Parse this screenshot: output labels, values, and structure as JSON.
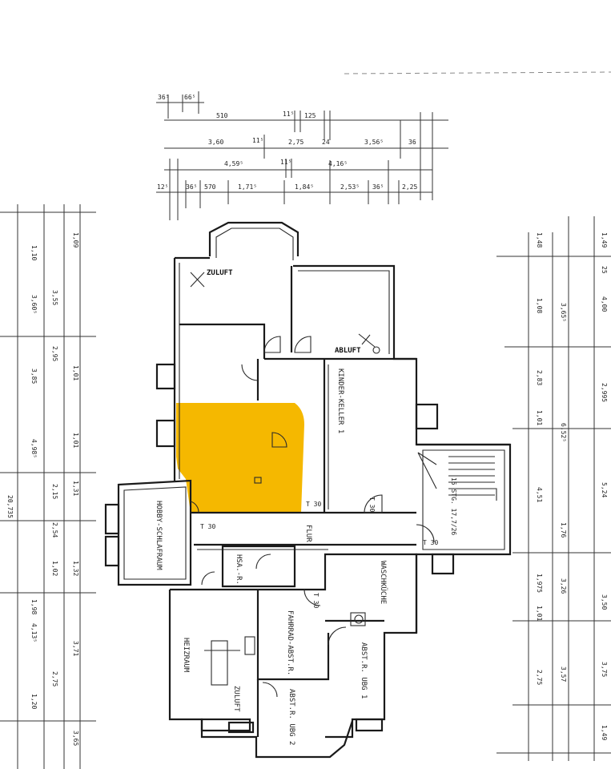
{
  "highlight_color": "#f5b800",
  "rooms": {
    "zuluft": "ZULUFT",
    "abluft": "ABLUFT",
    "kinder_keller": "KINDER-KELLER 1",
    "flur": "FLUR",
    "hobby": "HOBBY-SCHLAFRAUM",
    "hsa": "HSA.-R.",
    "waschkueche": "WASCHKÜCHE",
    "fahrrad": "FAHRRAD-ABST.R.",
    "abst1": "ABST.R. UBG 1",
    "abst2": "ABST.R. UBG 2",
    "heizraum": "HEIZRAUM",
    "zuluft2": "ZULUFT",
    "stair": "15 STG. 17,7/26"
  },
  "doors": [
    "T 30",
    "T 30",
    "T 30",
    "T 30",
    "T 30"
  ],
  "dims_top": {
    "row1": [
      "36⁵",
      "66⁵"
    ],
    "row2": [
      "510",
      "11⁵",
      "125"
    ],
    "row3": [
      "3,60",
      "11⁵",
      "2,75",
      "24",
      "3,56⁵",
      "36"
    ],
    "row4": [
      "4,59⁵",
      "11⁵",
      "4,16⁵"
    ],
    "row5": [
      "12⁵",
      "36⁵",
      "570",
      "1,71⁵",
      "1,84⁵",
      "2,53⁵",
      "36⁵",
      "2,25"
    ]
  },
  "dims_right": [
    "1,49",
    "25",
    "4,00",
    "2,995",
    "5,24",
    "3,50",
    "3,75",
    "1,49"
  ],
  "dims_right_inner": [
    "1,48",
    "1,08",
    "3,65⁵",
    "2,83",
    "1,01",
    "6,52⁵",
    "4,51",
    "1,76",
    "1,975",
    "3,26",
    "1,01",
    "2,75",
    "3,57"
  ],
  "dims_left": [
    "20,735",
    "1,09",
    "3,85",
    "1,01",
    "1,01",
    "4,98⁵",
    "2,54",
    "1,98",
    "4,13⁵",
    "2,75",
    "3,71",
    "1,20"
  ],
  "dims_left_inner": [
    "1,10",
    "3,55",
    "3,60⁵",
    "2,95",
    "1,31",
    "2,15",
    "1,32",
    "1,02",
    "3,65"
  ]
}
